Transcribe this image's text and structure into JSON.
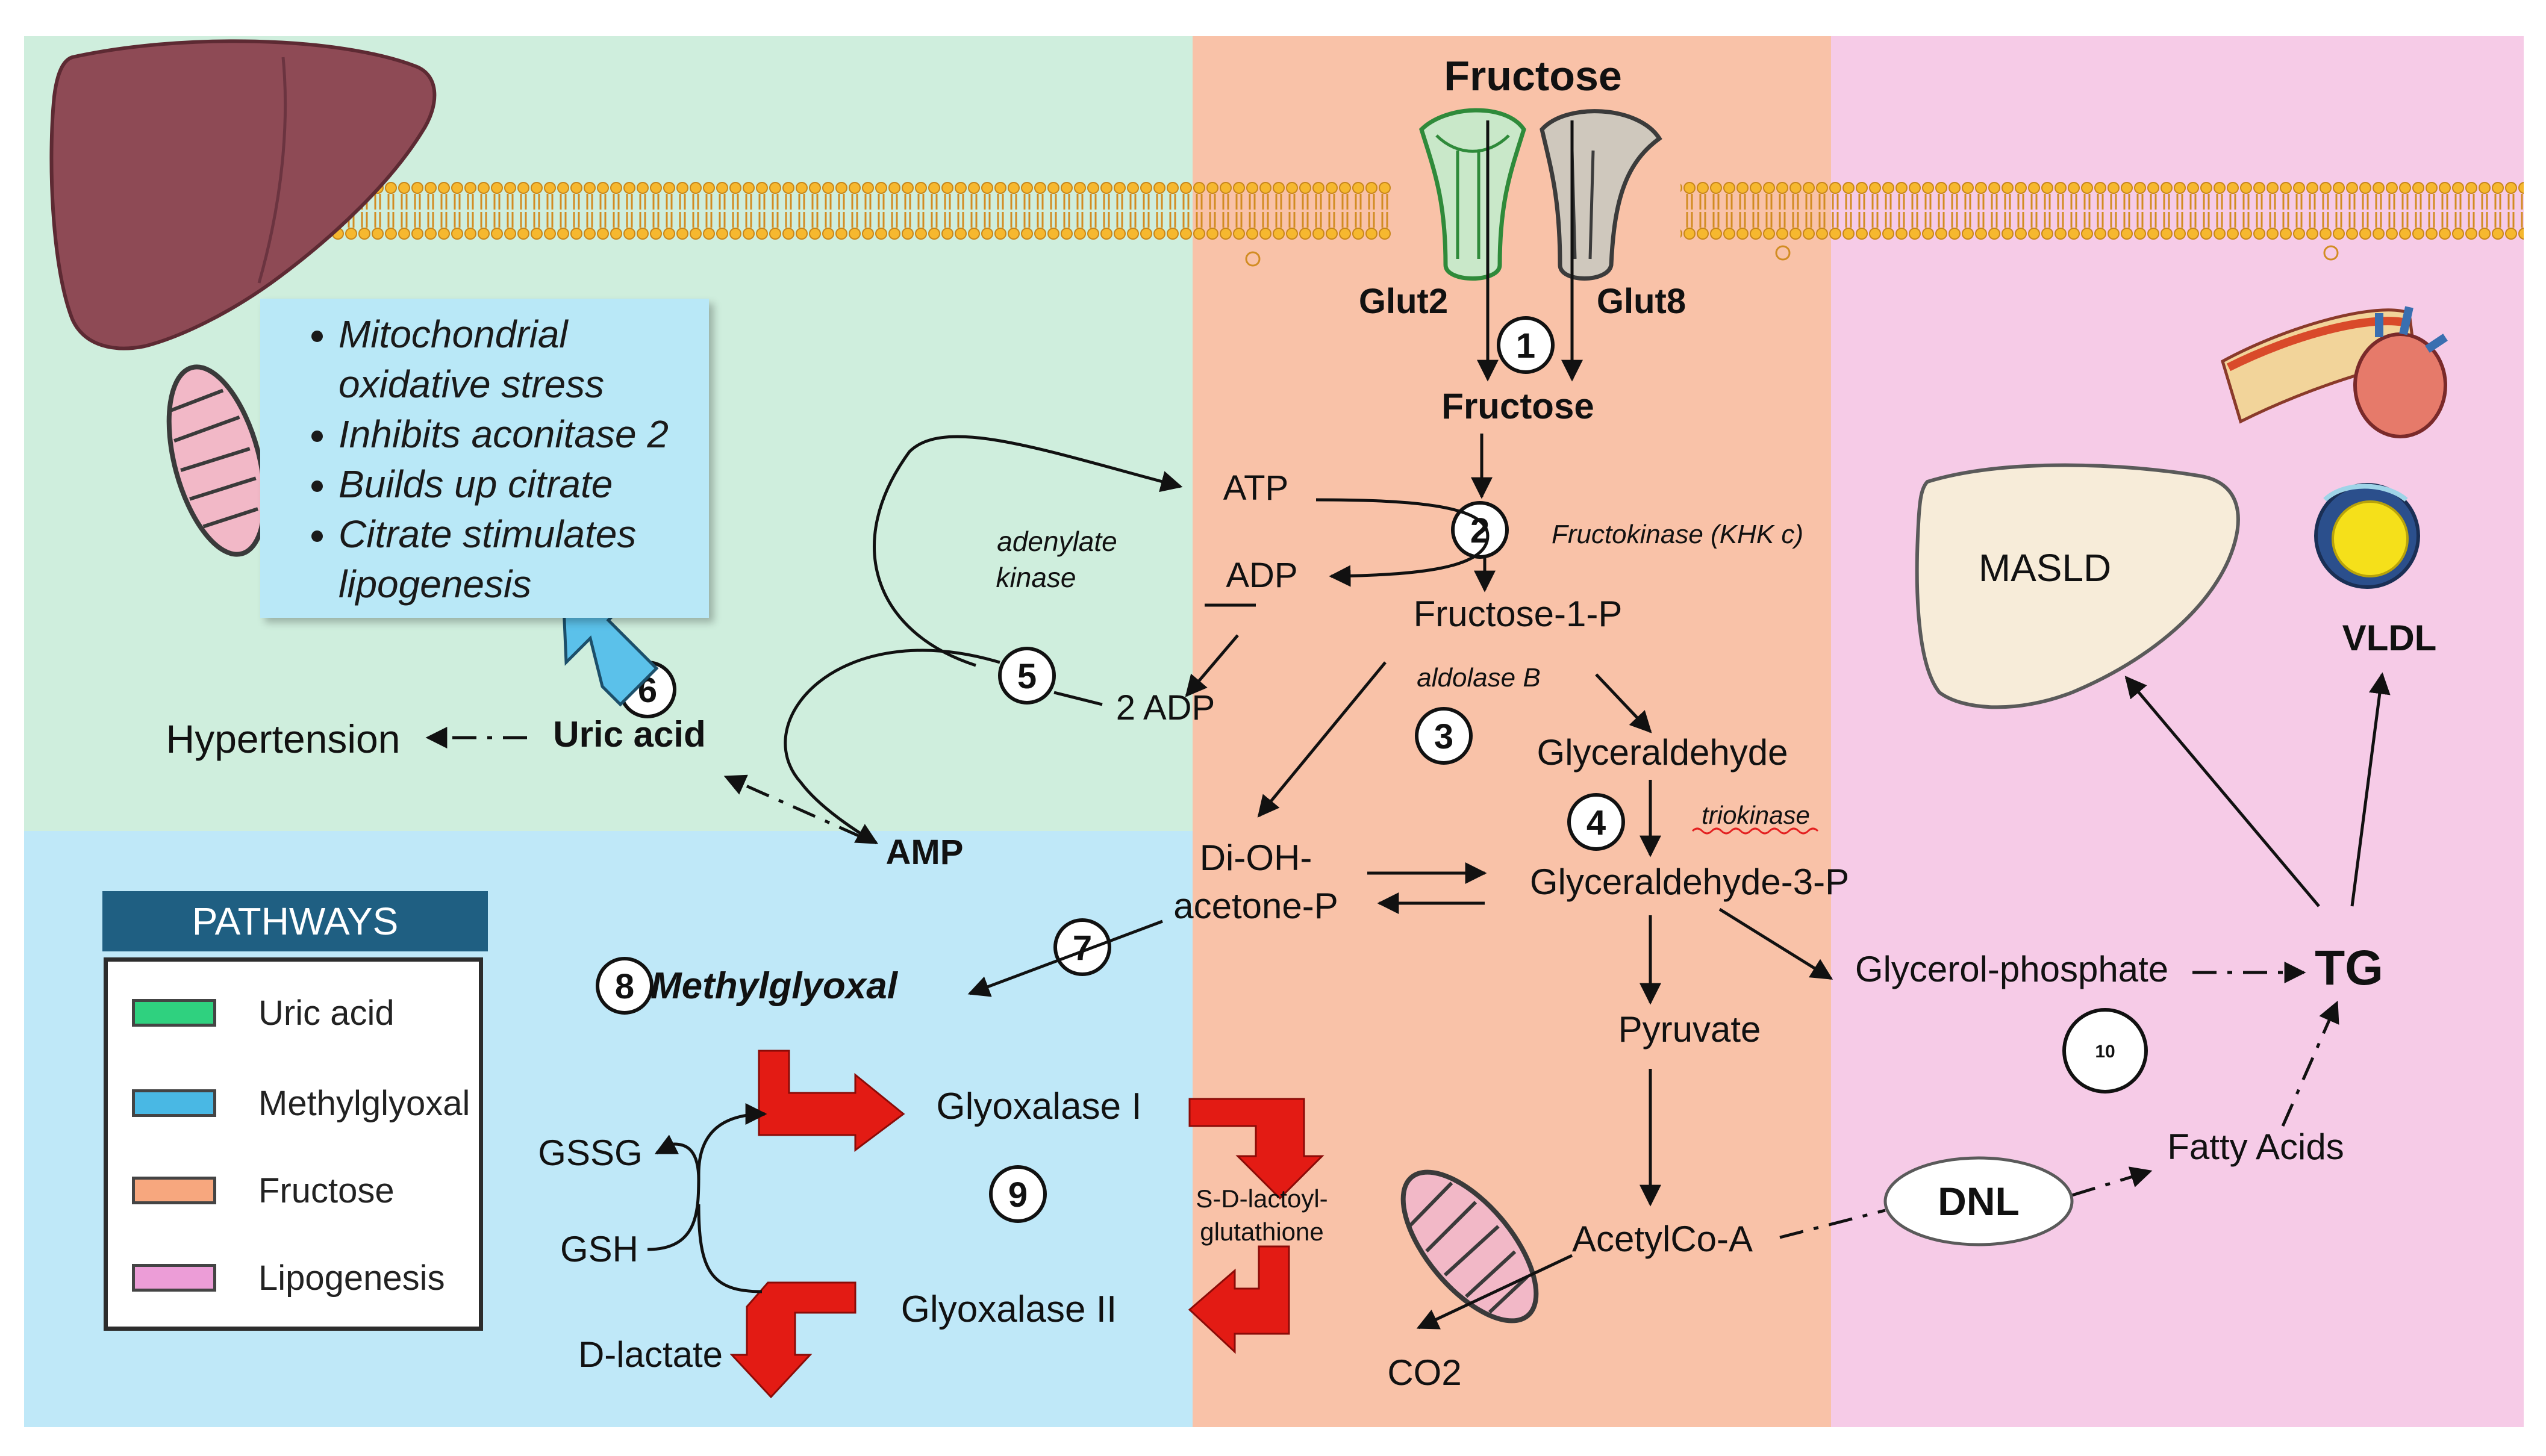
{
  "colors": {
    "uric_acid": "#7ddf9d",
    "methylglyoxal": "#5ec3ea",
    "fructose": "#f9a98b",
    "lipogenesis": "#f2b6dc",
    "arrow_red": "#e31b14",
    "arrow_blue": "#5bc1ea"
  },
  "icons": [
    "liver-icon",
    "mitochondrion-icon",
    "glut2-transporter-icon",
    "glut8-transporter-icon",
    "fatty-liver-icon",
    "artery-heart-icon",
    "vldl-particle-icon"
  ],
  "top": {
    "fructose_out": "Fructose",
    "glut2": "Glut2",
    "glut8": "Glut8",
    "fructose_in": "Fructose"
  },
  "steps": [
    "1",
    "2",
    "3",
    "4",
    "5",
    "6",
    "7",
    "8",
    "9",
    "10"
  ],
  "metabolites": {
    "atp": "ATP",
    "adp": "ADP",
    "two_adp": "2 ADP",
    "amp": "AMP",
    "fructose_1_p": "Fructose-1-P",
    "glyceraldehyde": "Glyceraldehyde",
    "glyceraldehyde_3_p": "Glyceraldehyde-3-P",
    "dhap_line1": "Di-OH-",
    "dhap_line2": "acetone-P",
    "pyruvate": "Pyruvate",
    "acetylcoa": "AcetylCo-A",
    "co2": "CO2",
    "glycerol_phosphate": "Glycerol-phosphate",
    "tg": "TG",
    "fatty_acids": "Fatty Acids",
    "dnl": "DNL",
    "masld": "MASLD",
    "vldl": "VLDL",
    "uric_acid": "Uric acid",
    "hypertension": "Hypertension",
    "methylglyoxal": "Methylglyoxal",
    "glyoxalase_1": "Glyoxalase I",
    "glyoxalase_2": "Glyoxalase  II",
    "sdl_line1": "S-D-lactoyl-",
    "sdl_line2": "glutathione",
    "gssg": "GSSG",
    "gsh": "GSH",
    "d_lactate": "D-lactate"
  },
  "enzymes": {
    "adenylate_kinase_line1": "adenylate",
    "adenylate_kinase_line2": "kinase",
    "fructokinase": "Fructokinase (KHK c)",
    "aldolase_b": "aldolase B",
    "triokinase": "triokinase"
  },
  "info_box": {
    "items": [
      "Mitochondrial oxidative stress",
      "Inhibits aconitase 2",
      "Builds up citrate",
      "Citrate stimulates lipogenesis"
    ]
  },
  "legend": {
    "title": "PATHWAYS",
    "items": [
      {
        "label": "Uric acid",
        "color": "#2fd17f"
      },
      {
        "label": "Methylglyoxal",
        "color": "#49b8e4"
      },
      {
        "label": "Fructose",
        "color": "#f7a77e"
      },
      {
        "label": "Lipogenesis",
        "color": "#ec9dd7"
      }
    ]
  }
}
